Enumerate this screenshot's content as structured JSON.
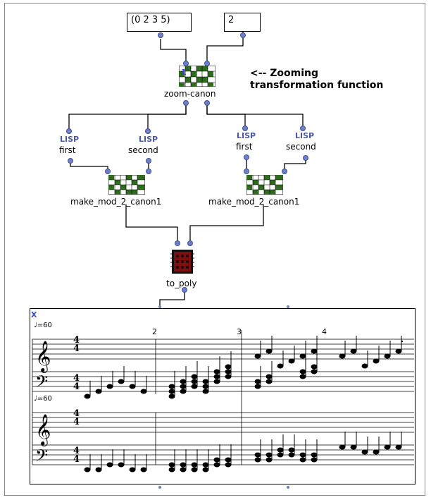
{
  "inputs": {
    "list_value": "(0 2 3 5)",
    "number_value": "2"
  },
  "zoom_box": {
    "label": "zoom-canon",
    "index_mark": "1"
  },
  "comment": {
    "line1": "<-- Zooming",
    "line2": "transformation function"
  },
  "lisp_boxes": [
    {
      "kind": "LISP",
      "name": "first"
    },
    {
      "kind": "LISP",
      "name": "second"
    },
    {
      "kind": "LISP",
      "name": "first"
    },
    {
      "kind": "LISP",
      "name": "second"
    }
  ],
  "canon_boxes": [
    {
      "label": "make_mod_2_canon1"
    },
    {
      "label": "make_mod_2_canon1"
    }
  ],
  "poly_box": {
    "label": "to_poly"
  },
  "score": {
    "close_mark": "X",
    "tempo_top": "=60",
    "tempo_bottom": "=60",
    "time_signature": "4/4",
    "measure_numbers": [
      "2",
      "3",
      "4"
    ]
  },
  "colors": {
    "frame": "#8a8a8a",
    "port": "#6f7fc8",
    "lisp_text": "#4a5aa8",
    "grid_green": "#2f6b1f",
    "poly_red": "#7a1010"
  },
  "icons": {
    "patch": "green-grid-icon",
    "poly": "red-chip-icon",
    "clefs": [
      "treble-clef-icon",
      "bass-clef-icon"
    ]
  }
}
